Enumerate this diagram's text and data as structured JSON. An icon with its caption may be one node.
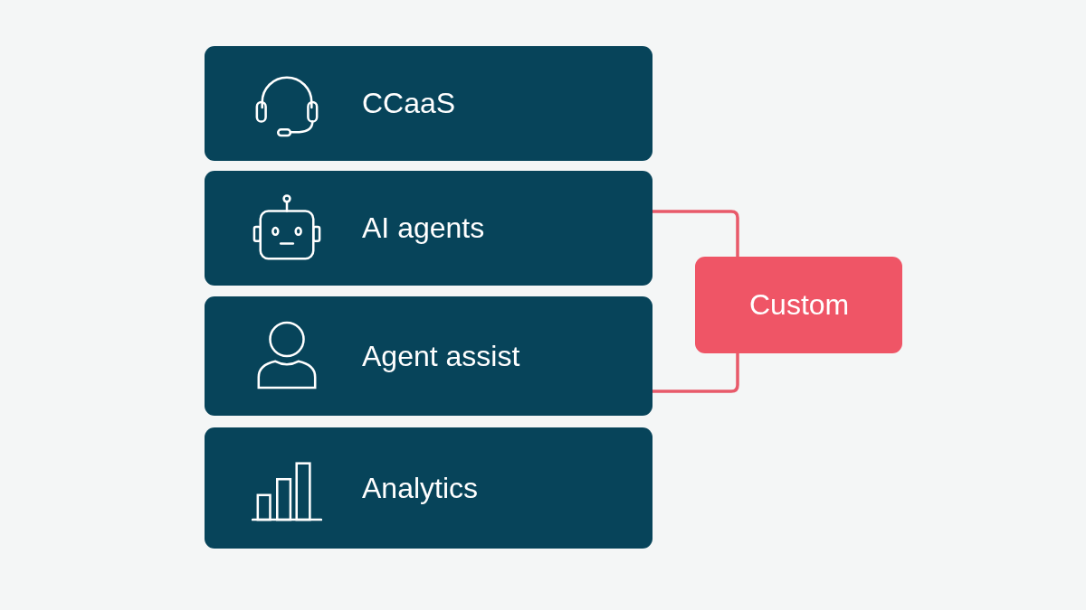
{
  "diagram": {
    "nodes": [
      {
        "text": [
          "CCaaS"
        ]
      },
      {
        "text": [
          "AI agents"
        ]
      },
      {
        "text": [
          "Agent assist"
        ]
      },
      {
        "text": [
          "Analytics"
        ]
      },
      {
        "text": [
          "Custom"
        ]
      }
    ],
    "edges": [
      {
        "from": 1,
        "to": 4,
        "arrow": "none"
      },
      {
        "from": 2,
        "to": 4,
        "arrow": "none"
      }
    ]
  }
}
